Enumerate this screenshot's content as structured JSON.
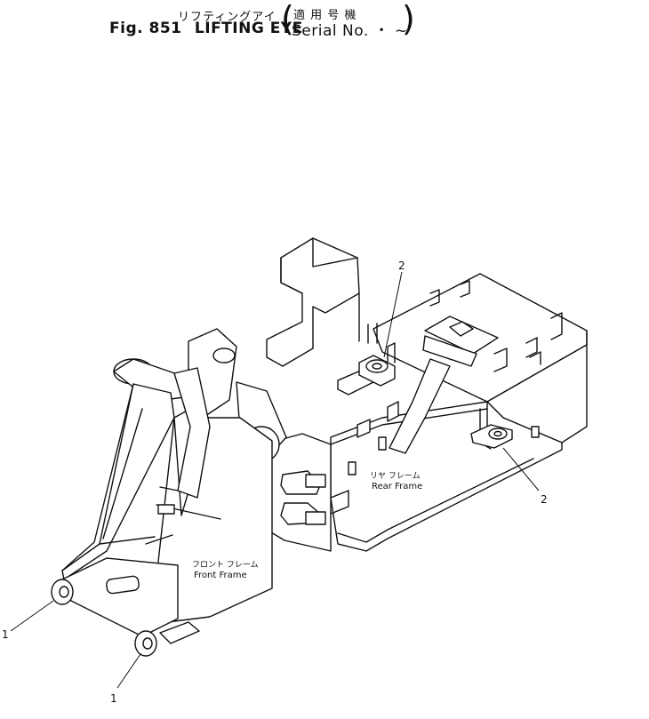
{
  "header": {
    "title_jp": "リフティングアイ",
    "figure_label": "Fig. 851",
    "title_en": "LIFTING EYE",
    "serial_jp": "適 用 号 機",
    "serial_en": "Serial No. ・ ~"
  },
  "labels": {
    "front_frame_jp": "フロント フレーム",
    "front_frame_en": "Front Frame",
    "rear_frame_jp": "リヤ フレーム",
    "rear_frame_en": "Rear Frame"
  },
  "callouts": {
    "c1a": "1",
    "c1b": "1",
    "c2a": "2",
    "c2b": "2"
  }
}
